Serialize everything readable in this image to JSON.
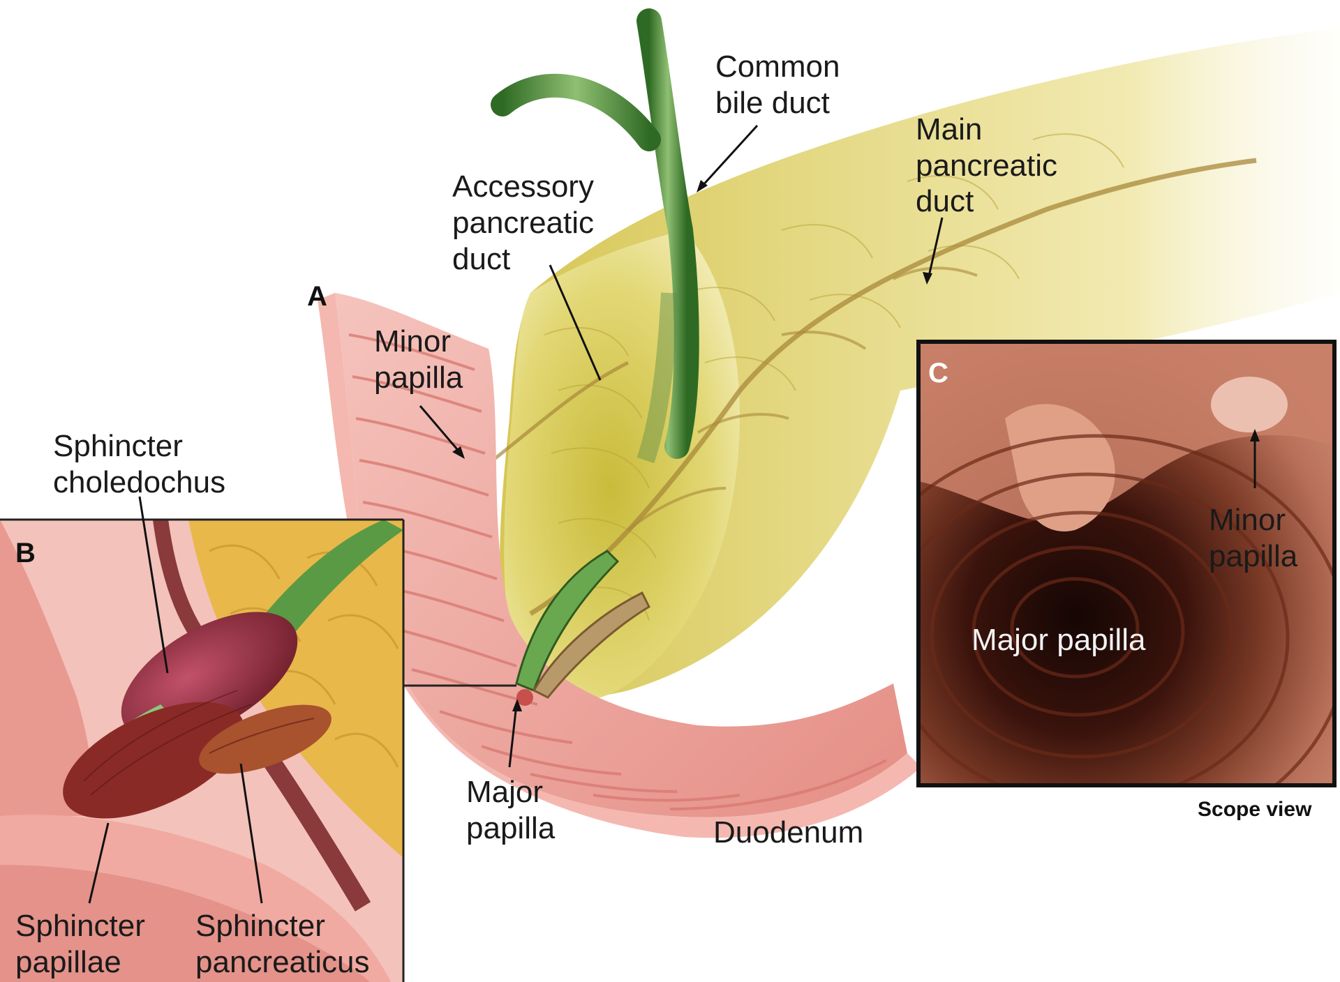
{
  "panels": {
    "A": "A",
    "B": "B",
    "C": "C"
  },
  "labels": {
    "common_bile_duct": [
      "Common",
      "bile duct"
    ],
    "main_pancreatic_duct": [
      "Main",
      "pancreatic",
      "duct"
    ],
    "accessory_pancreatic_duct": [
      "Accessory",
      "pancreatic",
      "duct"
    ],
    "minor_papilla": [
      "Minor",
      "papilla"
    ],
    "sphincter_choledochus": [
      "Sphincter",
      "choledochus"
    ],
    "major_papilla": [
      "Major",
      "papilla"
    ],
    "duodenum": "Duodenum",
    "sphincter_papillae": [
      "Sphincter",
      "papillae"
    ],
    "sphincter_pancreaticus": [
      "Sphincter",
      "pancreaticus"
    ],
    "scope_minor_papilla": [
      "Minor",
      "papilla"
    ],
    "scope_major_papilla": "Major papilla",
    "scope_view": "Scope view"
  },
  "colors": {
    "pancreas": "#d8c64a",
    "duodenum_wall": "#ec9e96",
    "bile_duct": "#4f8d3a",
    "sphincter": "#9a3040",
    "scope_dark": "#2a0d0a"
  }
}
